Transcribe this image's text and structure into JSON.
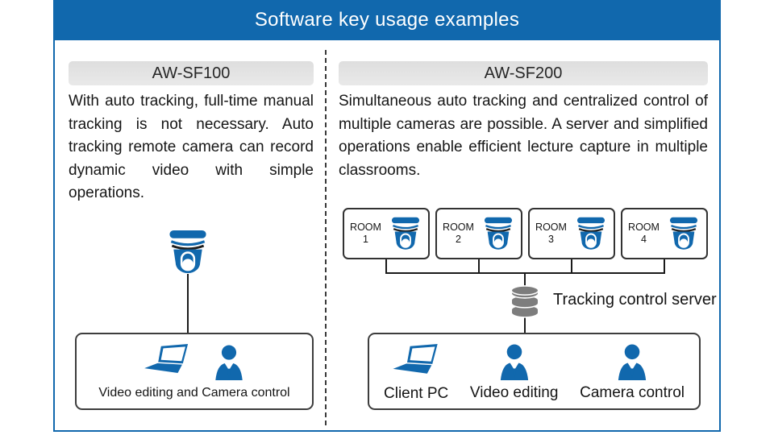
{
  "banner": {
    "title": "Software key usage examples"
  },
  "colors": {
    "accent_blue": "#1168ad",
    "server_gray": "#7d7d7d",
    "header_gray": "#e3e3e3",
    "line_dark": "#1a1a1a"
  },
  "left_panel": {
    "model": "AW-SF100",
    "description": "With auto tracking, full-time manual tracking is not necessary. Auto tracking remote camera can record dynamic video with simple operations.",
    "camera_icon": "ptz-camera-icon",
    "workstation": {
      "icons": [
        "laptop-icon",
        "person-icon"
      ],
      "label": "Video editing and Camera control"
    }
  },
  "right_panel": {
    "model": "AW-SF200",
    "description": "Simultaneous auto tracking and centralized control of multiple cameras are possible. A server and simplified operations enable efficient lecture capture in multiple classrooms.",
    "rooms": [
      {
        "name": "ROOM",
        "number": "1",
        "icon": "ptz-camera-icon"
      },
      {
        "name": "ROOM",
        "number": "2",
        "icon": "ptz-camera-icon"
      },
      {
        "name": "ROOM",
        "number": "3",
        "icon": "ptz-camera-icon"
      },
      {
        "name": "ROOM",
        "number": "4",
        "icon": "ptz-camera-icon"
      }
    ],
    "server": {
      "icon": "database-server-icon",
      "label": "Tracking control server"
    },
    "clients": [
      {
        "icon": "laptop-icon",
        "label": "Client PC"
      },
      {
        "icon": "person-icon",
        "label": "Video editing"
      },
      {
        "icon": "person-icon",
        "label": "Camera control"
      }
    ]
  }
}
